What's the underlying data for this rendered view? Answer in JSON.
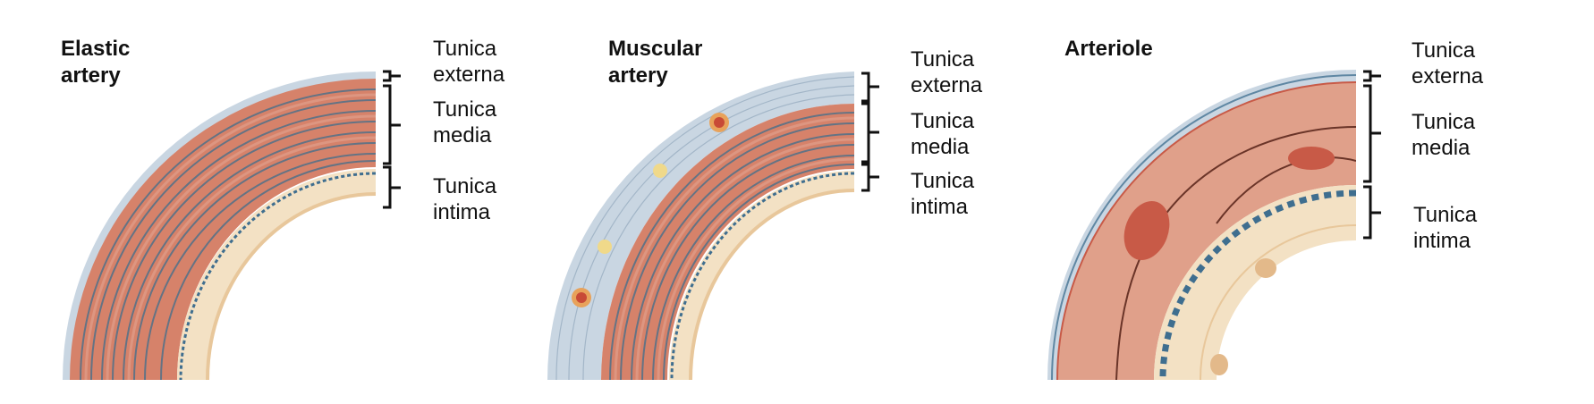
{
  "panels": [
    {
      "title": "Elastic\nartery",
      "labels": {
        "externa": "Tunica\nexterna",
        "media": "Tunica\nmedia",
        "intima": "Tunica\nintima"
      }
    },
    {
      "title": "Muscular\nartery",
      "labels": {
        "externa": "Tunica\nexterna",
        "media": "Tunica\nmedia",
        "intima": "Tunica\nintima"
      }
    },
    {
      "title": "Arteriole",
      "labels": {
        "externa": "Tunica\nexterna",
        "media": "Tunica\nmedia",
        "intima": "Tunica\nintima"
      }
    }
  ],
  "colors": {
    "externa": "#c9d6e2",
    "externa_fiber": "#5f87a3",
    "media": "#d6826a",
    "media_light": "#e2a491",
    "media_fiber": "#3e6f8d",
    "intima": "#f3e1c4",
    "intima_edge": "#e8c79b",
    "elastic_lamina": "#3f6e8f",
    "nucleus": "#c85a47",
    "bracket": "#111111"
  }
}
